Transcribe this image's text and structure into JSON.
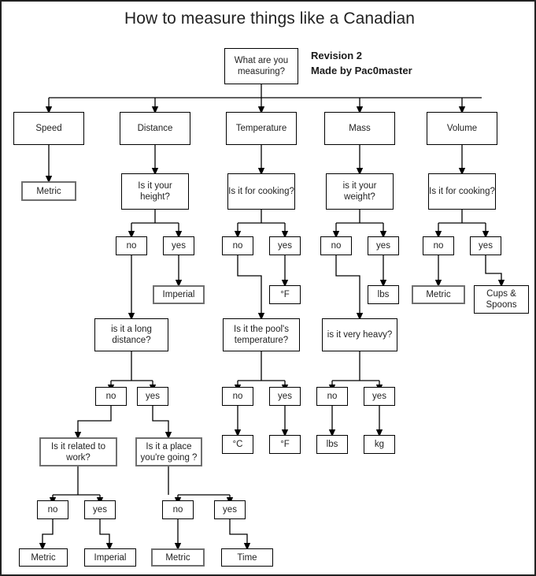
{
  "title": "How to measure things like a Canadian",
  "meta": {
    "revision": "Revision 2",
    "author": "Made by Pac0master"
  },
  "colors": {
    "frame": "#222222",
    "box_border": "#000000",
    "highlight_border": "#6f6f6f",
    "text": "#222222",
    "background": "#ffffff"
  },
  "chart_data": {
    "type": "diagram",
    "diagram_kind": "flowchart-decision-tree",
    "title": "How to measure things like a Canadian",
    "root": "What are you measuring?",
    "branches": [
      {
        "category": "Speed",
        "result": "Metric"
      },
      {
        "category": "Distance",
        "question": "Is it your height?",
        "yes": "Imperial",
        "no": {
          "question": "is it a long distance?",
          "yes": {
            "question": "Is it a place you're going ?",
            "no": "Metric",
            "yes": "Time"
          },
          "no": {
            "question": "Is it related to work?",
            "no": "Metric",
            "yes": "Imperial"
          }
        }
      },
      {
        "category": "Temperature",
        "question": "Is it for cooking?",
        "yes": "°F",
        "no": {
          "question": "Is it the pool's temperature?",
          "no": "°C",
          "yes": "°F"
        }
      },
      {
        "category": "Mass",
        "question": "is it your weight?",
        "yes": "lbs",
        "no": {
          "question": "is it very heavy?",
          "no": "lbs",
          "yes": "kg"
        }
      },
      {
        "category": "Volume",
        "question": "Is it for cooking?",
        "no": "Metric",
        "yes": "Cups & Spoons"
      }
    ]
  },
  "nodes": {
    "root": "What are you measuring?",
    "cat_speed": "Speed",
    "cat_distance": "Distance",
    "cat_temperature": "Temperature",
    "cat_mass": "Mass",
    "cat_volume": "Volume",
    "speed_metric": "Metric",
    "q_height": "Is it your height?",
    "q_cooking_temp": "Is it for cooking?",
    "q_weight": "is it your weight?",
    "q_cooking_vol": "Is it for cooking?",
    "dist_no": "no",
    "dist_yes": "yes",
    "temp_no": "no",
    "temp_yes": "yes",
    "mass_no": "no",
    "mass_yes": "yes",
    "vol_no": "no",
    "vol_yes": "yes",
    "dist_imperial": "Imperial",
    "temp_f1": "°F",
    "mass_lbs1": "lbs",
    "vol_metric": "Metric",
    "vol_cups": "Cups & Spoons",
    "q_long_distance": "is it a long distance?",
    "q_pool": "Is it the pool's temperature?",
    "q_heavy": "is it very heavy?",
    "ld_no": "no",
    "ld_yes": "yes",
    "pool_no": "no",
    "pool_yes": "yes",
    "heavy_no": "no",
    "heavy_yes": "yes",
    "pool_c": "°C",
    "pool_f": "°F",
    "heavy_lbs": "lbs",
    "heavy_kg": "kg",
    "q_work": "Is it related to work?",
    "q_place": "Is it a place you're going ?",
    "work_no": "no",
    "work_yes": "yes",
    "place_no": "no",
    "place_yes": "yes",
    "work_metric": "Metric",
    "work_imperial": "Imperial",
    "place_metric": "Metric",
    "place_time": "Time"
  }
}
